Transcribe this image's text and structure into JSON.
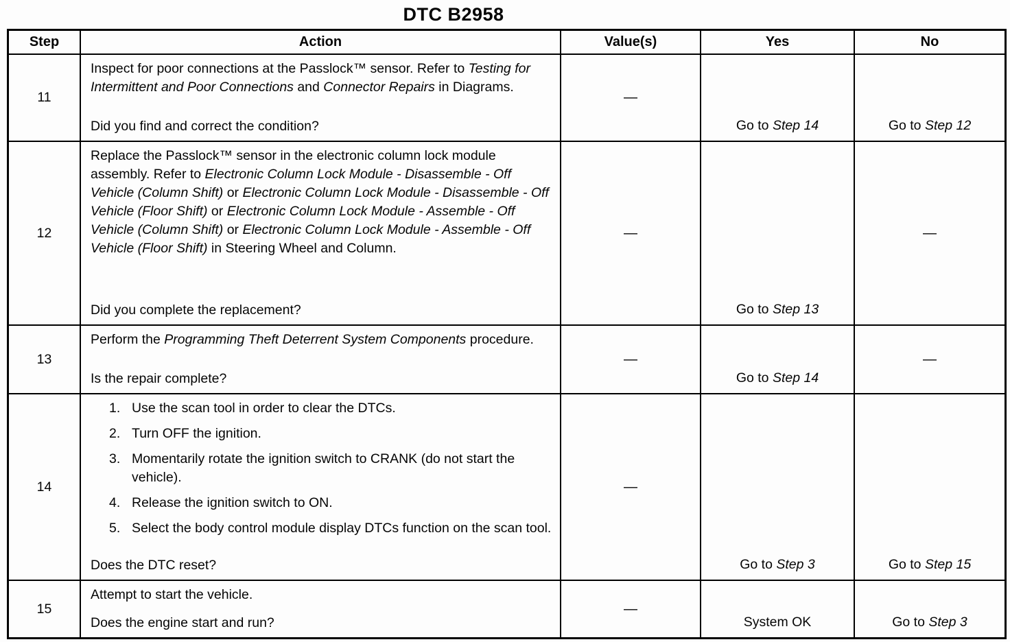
{
  "title": "DTC B2958",
  "table": {
    "headers": [
      "Step",
      "Action",
      "Value(s)",
      "Yes",
      "No"
    ],
    "rows": [
      {
        "step": "11",
        "action_blocks": [
          {
            "type": "p",
            "segments": [
              {
                "t": "Inspect for poor connections at the Passlock™ sensor. Refer to "
              },
              {
                "t": "Testing for Intermittent and Poor Connections",
                "i": true
              },
              {
                "t": " and "
              },
              {
                "t": "Connector Repairs",
                "i": true
              },
              {
                "t": " in Diagrams."
              }
            ]
          }
        ],
        "question": [
          {
            "t": "Did you find and correct the condition?"
          }
        ],
        "value": "—",
        "yes": [
          {
            "t": "Go to "
          },
          {
            "t": "Step 14",
            "i": true
          }
        ],
        "no": [
          {
            "t": "Go to "
          },
          {
            "t": "Step 12",
            "i": true
          }
        ]
      },
      {
        "step": "12",
        "action_blocks": [
          {
            "type": "p",
            "segments": [
              {
                "t": "Replace the Passlock™ sensor in the electronic column lock module assembly. Refer to "
              },
              {
                "t": "Electronic Column Lock Module - Disassemble - Off Vehicle (Column Shift)",
                "i": true
              },
              {
                "t": " or "
              },
              {
                "t": "Electronic Column Lock Module - Disassemble - Off Vehicle (Floor Shift)",
                "i": true
              },
              {
                "t": " or "
              },
              {
                "t": "Electronic Column Lock Module - Assemble - Off Vehicle (Column Shift)",
                "i": true
              },
              {
                "t": " or "
              },
              {
                "t": "Electronic Column Lock Module - Assemble - Off Vehicle (Floor Shift)",
                "i": true
              },
              {
                "t": " in Steering Wheel and Column."
              }
            ]
          }
        ],
        "question": [
          {
            "t": "Did you complete the replacement?"
          }
        ],
        "value": "—",
        "yes": [
          {
            "t": "Go to "
          },
          {
            "t": "Step 13",
            "i": true
          }
        ],
        "no": [
          {
            "t": "—"
          }
        ]
      },
      {
        "step": "13",
        "action_blocks": [
          {
            "type": "p",
            "segments": [
              {
                "t": "Perform the "
              },
              {
                "t": "Programming Theft Deterrent System Components",
                "i": true
              },
              {
                "t": " procedure."
              }
            ]
          }
        ],
        "question": [
          {
            "t": "Is the repair complete?"
          }
        ],
        "value": "—",
        "yes": [
          {
            "t": "Go to "
          },
          {
            "t": "Step 14",
            "i": true
          }
        ],
        "no": [
          {
            "t": "—"
          }
        ]
      },
      {
        "step": "14",
        "action_blocks": [
          {
            "type": "list",
            "items": [
              {
                "n": "1.",
                "segments": [
                  {
                    "t": "Use the scan tool in order to clear the DTCs."
                  }
                ]
              },
              {
                "n": "2.",
                "segments": [
                  {
                    "t": "Turn OFF the ignition."
                  }
                ]
              },
              {
                "n": "3.",
                "segments": [
                  {
                    "t": "Momentarily rotate the ignition switch to CRANK (do not start the vehicle)."
                  }
                ]
              },
              {
                "n": "4.",
                "segments": [
                  {
                    "t": "Release the ignition switch to ON."
                  }
                ]
              },
              {
                "n": "5.",
                "segments": [
                  {
                    "t": "Select the body control module display DTCs function on the scan tool."
                  }
                ]
              }
            ]
          }
        ],
        "question": [
          {
            "t": "Does the DTC reset?"
          }
        ],
        "value": "—",
        "yes": [
          {
            "t": "Go to "
          },
          {
            "t": "Step 3",
            "i": true
          }
        ],
        "no": [
          {
            "t": "Go to "
          },
          {
            "t": "Step 15",
            "i": true
          }
        ]
      },
      {
        "step": "15",
        "action_blocks": [
          {
            "type": "p",
            "segments": [
              {
                "t": "Attempt to start the vehicle."
              }
            ]
          }
        ],
        "question": [
          {
            "t": "Does the engine start and run?"
          }
        ],
        "value": "—",
        "yes": [
          {
            "t": "System OK"
          }
        ],
        "no": [
          {
            "t": "Go to "
          },
          {
            "t": "Step 3",
            "i": true
          }
        ]
      }
    ]
  }
}
